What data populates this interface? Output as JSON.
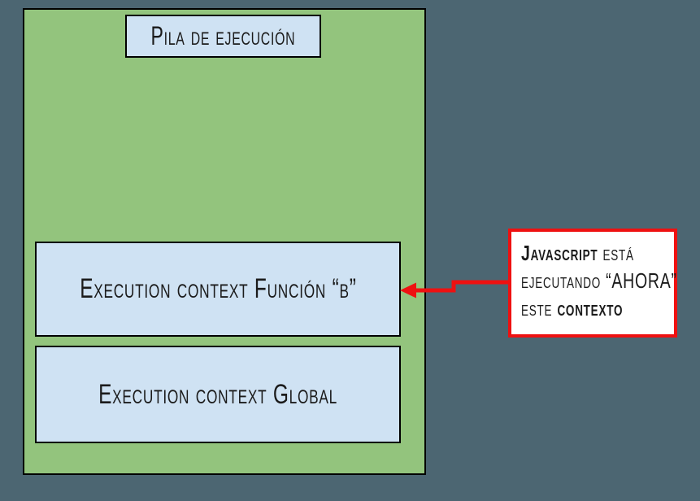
{
  "colors": {
    "background": "#4c6672",
    "stack_fill": "#93c47d",
    "box_fill": "#cfe2f3",
    "box_border": "#000000",
    "callout_fill": "#ffffff",
    "accent_red": "#ee1111",
    "text": "#1b1b1b"
  },
  "stack": {
    "title": "Pila de ejecución",
    "frames": [
      {
        "label": "Execution context Función “b”"
      },
      {
        "label": "Execution context Global"
      }
    ]
  },
  "callout": {
    "line1_bold": "Javascript",
    "line1_rest": " está",
    "line2": "ejecutando “AHORA”",
    "line3_rest": "este ",
    "line3_bold": "contexto"
  }
}
